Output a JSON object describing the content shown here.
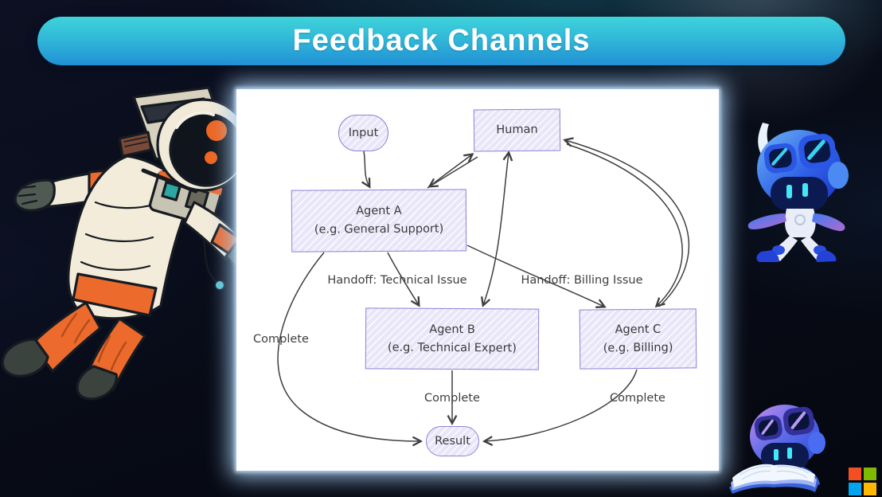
{
  "title_banner": {
    "text": "Feedback Channels"
  },
  "diagram": {
    "nodes": {
      "input": {
        "label": "Input"
      },
      "human": {
        "label": "Human"
      },
      "agent_a": {
        "title": "Agent A",
        "subtitle": "(e.g. General Support)"
      },
      "agent_b": {
        "title": "Agent B",
        "subtitle": "(e.g. Technical Expert)"
      },
      "agent_c": {
        "title": "Agent C",
        "subtitle": "(e.g. Billing)"
      },
      "result": {
        "label": "Result"
      }
    },
    "edge_labels": {
      "handoff_technical": "Handoff: Technical Issue",
      "handoff_billing": "Handoff: Billing Issue",
      "complete_left": "Complete",
      "complete_middle": "Complete",
      "complete_right": "Complete"
    },
    "edges": [
      {
        "from": "Input",
        "to": "Agent A"
      },
      {
        "from": "Agent A",
        "to": "Human",
        "bidirectional": true
      },
      {
        "from": "Agent B",
        "to": "Human",
        "bidirectional": true
      },
      {
        "from": "Agent C",
        "to": "Human",
        "bidirectional": true
      },
      {
        "from": "Agent A",
        "to": "Agent B",
        "label": "Handoff: Technical Issue"
      },
      {
        "from": "Agent A",
        "to": "Agent C",
        "label": "Handoff: Billing Issue"
      },
      {
        "from": "Agent A",
        "to": "Result",
        "label": "Complete"
      },
      {
        "from": "Agent B",
        "to": "Result",
        "label": "Complete"
      },
      {
        "from": "Agent C",
        "to": "Result",
        "label": "Complete"
      }
    ]
  },
  "colors": {
    "banner_top": "#3ed4da",
    "banner_bottom": "#2090d5",
    "node_border": "#9381d9",
    "node_fill": "#eae6f9",
    "arrow": "#3f3f3f",
    "panel_background": "#ffffff",
    "page_background": "#080b16",
    "ms_red": "#f25022",
    "ms_green": "#7fba00",
    "ms_blue": "#00a4ef",
    "ms_yellow": "#ffb900"
  },
  "decorations": [
    "astronaut-illustration",
    "robot-waving-illustration",
    "robot-reading-illustration",
    "microsoft-logo"
  ]
}
